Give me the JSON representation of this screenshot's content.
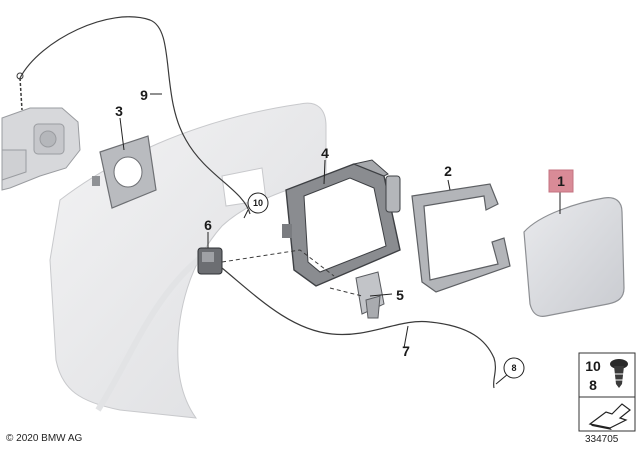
{
  "callouts": {
    "part_1": "1",
    "part_2": "2",
    "part_3": "3",
    "part_4": "4",
    "part_5": "5",
    "part_6": "6",
    "part_7": "7",
    "part_8": "8",
    "part_9": "9",
    "part_10": "10"
  },
  "legend": {
    "top_label": "10",
    "bottom_label": "8"
  },
  "highlight_color": "#d98b97",
  "copyright": "© 2020 BMW AG",
  "diagram_number": "334705"
}
